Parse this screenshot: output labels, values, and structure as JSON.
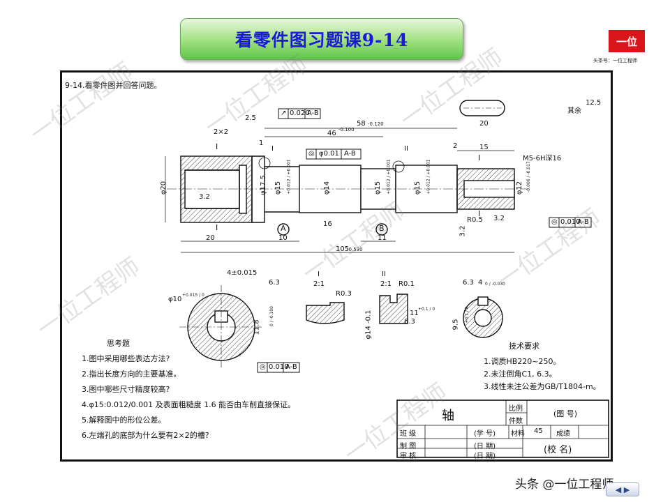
{
  "title": "看零件图习题课9-14",
  "logo": {
    "text": "一位",
    "caption": "头条号：一位工程师"
  },
  "watermark": "一位工程师",
  "footer_watermark": "头条 @一位工程师",
  "nav": {
    "label": "◀ ▶"
  },
  "drawing": {
    "prompt": "9-14.看零件图并回答问题。",
    "dims": {
      "d_2x2": "2×2",
      "d_2_5": "2.5",
      "d_ra": "3.2",
      "d_46": "46",
      "d_46_tol": "-0.100",
      "d_58": "58",
      "d_58_tol": "-0.120",
      "d_20_top": "20",
      "d_15_top": "15",
      "d_2": "2",
      "d_1": "1",
      "d_m5": "M5-6H深16",
      "d_dia20": "φ20",
      "d_dia175": "φ17.5",
      "d_dia15a": "φ15",
      "d_dia15a_tol": "+0.012 / +0.001",
      "d_dia14": "φ14",
      "d_dia15b": "φ15",
      "d_dia15b_tol": "+0.012 / +0.001",
      "d_dia15c": "φ15",
      "d_dia15c_tol": "+0.012 / +0.001",
      "d_dia12": "φ12",
      "d_dia12_tol": "-0.006 / -0.017",
      "d_16": "16",
      "d_r05": "R0.5",
      "d_32b": "3.2",
      "d_32c": "3.2",
      "d_20_bot": "20",
      "d_10": "10",
      "d_11": "11",
      "d_105": "105",
      "d_105_tol": "-0.530",
      "d_4": "4±0.015",
      "d_63a": "6.3",
      "d_dia10": "φ10",
      "d_dia10_tol": "+0.015 / 0",
      "d_118": "11.8",
      "d_118_tol": "0 / -0.100",
      "d_4b": "4",
      "d_4b_tol": "0 / -0.030",
      "d_63b": "6.3",
      "d_95": "9.5",
      "d_95_tol": "+0.1 / 0",
      "d_r03": "R0.3",
      "d_r01": "R0.1",
      "d_dia14_tol": "φ14 -0.1",
      "d_11b": "11",
      "d_11b_tol": "+0.1 / 0",
      "d_63c": "6.3",
      "rest_label": "其余",
      "rest_ra": "12.5",
      "section_I": "I",
      "section_II": "II",
      "ratio": "2:1",
      "datum_A": "A",
      "datum_B": "B"
    },
    "tolerances": {
      "t1": {
        "sym": "↗",
        "value": "0.020",
        "datum": "A-B"
      },
      "t2": {
        "sym": "◎",
        "value": "φ0.01",
        "datum": "A-B"
      },
      "t3": {
        "sym": "◎",
        "value": "0.010",
        "datum": "A-B"
      },
      "t4": {
        "sym": "◎",
        "value": "0.010",
        "datum": "A-B"
      }
    },
    "questions": {
      "heading": "思考题",
      "items": [
        "1.图中采用哪些表达方法?",
        "2.指出长度方向的主要基准。",
        "3.图中哪些尺寸精度较高?",
        "4.φ15:0.012/0.001 及表面粗糙度 1.6 能否由车削直接保证。",
        "5.解释图中的形位公差。",
        "6.左端孔的底部为什么要有2×2的槽?"
      ]
    },
    "requirements": {
      "heading": "技术要求",
      "items": [
        "1.调质HB220~250。",
        "2.未注倒角C1, 6.3。",
        "3.线性未注公差为GB/T1804-m。"
      ]
    },
    "title_block": {
      "part_name": "轴",
      "scale_label": "比例",
      "count_label": "件数",
      "drawing_no": "(图   号)",
      "class_label": "班  级",
      "student_no": "(学  号)",
      "material_label": "材料",
      "material": "45",
      "score_label": "成绩",
      "drawn_label": "制  图",
      "date1": "(日  期)",
      "school": "(校  名)",
      "check_label": "审  核",
      "date2": "(日  期)"
    }
  }
}
